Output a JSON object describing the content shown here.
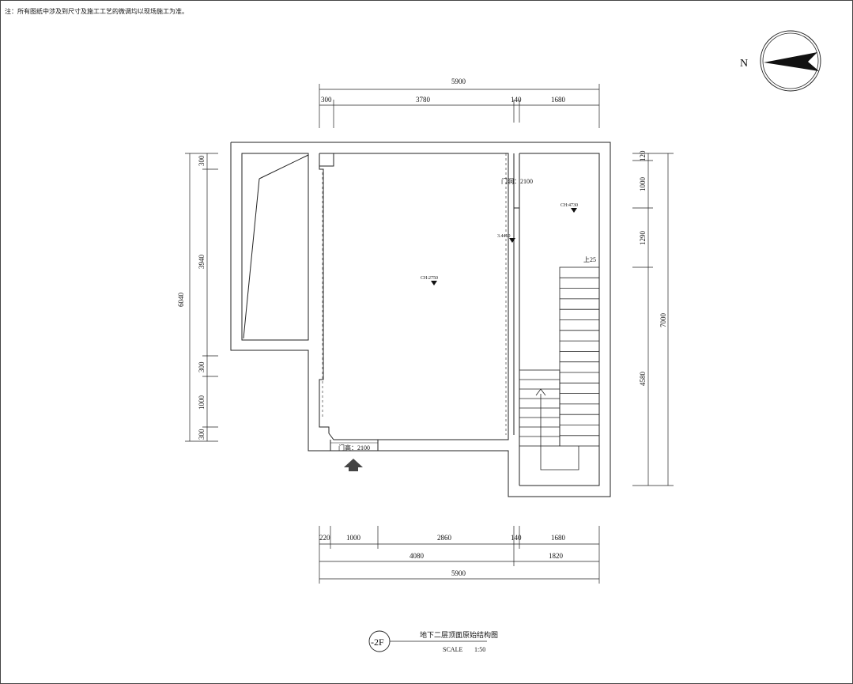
{
  "note": "注：所有图纸中涉及到尺寸及施工工艺的微调均以现场施工为准。",
  "north": {
    "label": "N"
  },
  "dimensions": {
    "top_total": "5900",
    "top_parts": [
      "300",
      "3780",
      "140",
      "1680"
    ],
    "bottom_parts": [
      "220",
      "1000",
      "2860",
      "140",
      "1680"
    ],
    "bottom_mid": [
      "4080",
      "1820"
    ],
    "bottom_total": "5900",
    "left_total": "6040",
    "left_parts": [
      "300",
      "3940",
      "300",
      "1000",
      "300"
    ],
    "right_total": "7000",
    "right_parts": [
      "120",
      "1000",
      "1290",
      "4580"
    ]
  },
  "annotations": {
    "door_height_main": "门高：2100",
    "door_height_side": "门洞：2100",
    "ceiling_main": "CH:2750",
    "ceiling_stair_room": "CH:4730",
    "level_mark": "3.4460",
    "stair_up": "上25"
  },
  "title": {
    "floor_code": "-2F",
    "name": "地下二层顶面原始结构图",
    "scale_label": "SCALE",
    "scale_value": "1:50"
  }
}
